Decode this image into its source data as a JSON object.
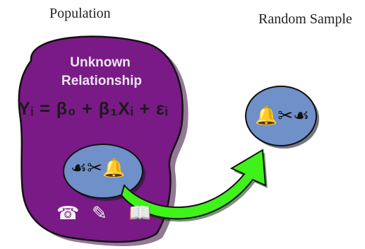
{
  "population_label": "Population",
  "sample_label": "Random Sample",
  "relationship_line1": "Unknown",
  "relationship_line2": "Relationship",
  "equation": "Yᵢ = β₀ + β₁Xᵢ + εᵢ",
  "population_subset_symbols": "☙✂🔔",
  "sample_symbols": "🔔✂☙",
  "icons": [
    "phone-icon",
    "pencil-icon",
    "book-icon"
  ],
  "icon_glyphs": {
    "phone": "☎",
    "pencil": "✎",
    "book": "📖"
  },
  "colors": {
    "population_fill": "#7a1a86",
    "sample_fill": "#6f90c8",
    "arrow_fill": "#3ef21a",
    "outline": "#111111"
  }
}
